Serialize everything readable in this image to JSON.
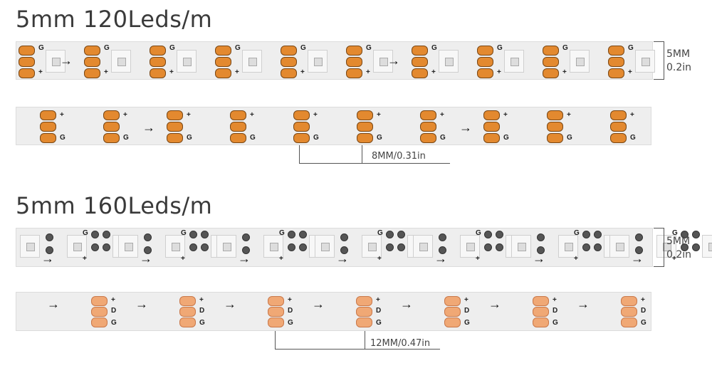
{
  "section1": {
    "title": "5mm 120Leds/m",
    "width_mm": "5MM",
    "width_in": "0.2in",
    "pitch": "8MM/0.31in",
    "top_labels": [
      "G",
      "+"
    ],
    "bottom_labels": [
      "+",
      "G"
    ]
  },
  "section2": {
    "title": "5mm 160Leds/m",
    "width_mm": "5MM",
    "width_in": "0.2in",
    "pitch": "12MM/0.47in",
    "top_labels": [
      "G",
      "+"
    ],
    "bottom_labels": [
      "+",
      "G",
      "D"
    ]
  },
  "arrow_glyph": "→",
  "colors": {
    "pad": "#e3892f",
    "strip": "#eeeeee"
  }
}
